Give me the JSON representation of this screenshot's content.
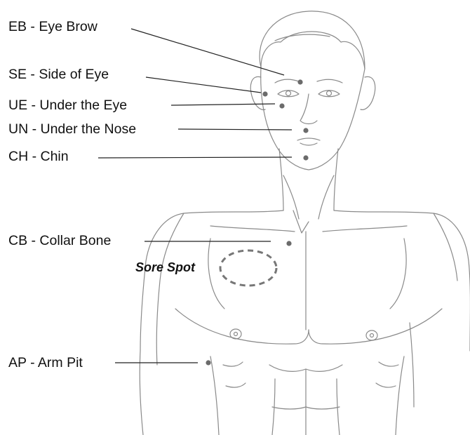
{
  "labels": {
    "eb": "EB - Eye Brow",
    "se": "SE - Side of Eye",
    "ue": "UE - Under the Eye",
    "un": "UN - Under the Nose",
    "ch": "CH - Chin",
    "cb": "CB - Collar Bone",
    "ap": "AP - Arm Pit"
  },
  "sore_spot": "Sore Spot",
  "colors": {
    "outline": "#8a8a8a",
    "line": "#222222",
    "point": "#6b6b6b",
    "dashed": "#777777"
  }
}
